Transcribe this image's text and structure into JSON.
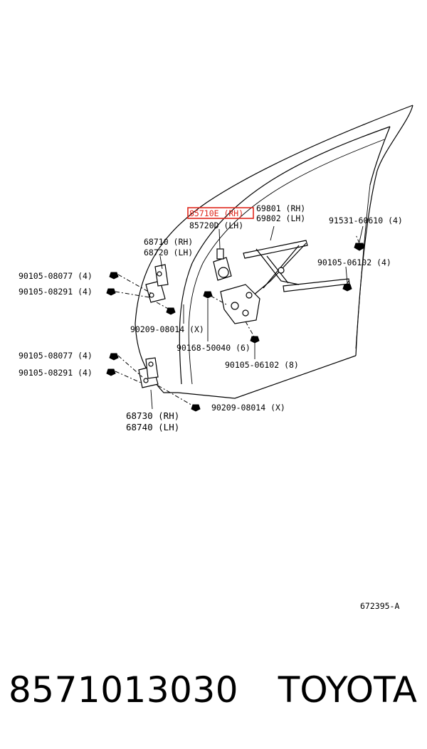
{
  "diagram": {
    "callouts": {
      "regulator_rh": "69801 (RH)",
      "regulator_lh": "69802 (LH)",
      "motor_rh": "85710E (RH)",
      "motor_lh": "85720D (LH)",
      "hinge_upper_rh": "68710 (RH)",
      "hinge_upper_lh": "68720 (LH)",
      "hinge_lower_rh": "68730 (RH)",
      "hinge_lower_lh": "68740 (LH)",
      "bolt_top_right": "91531-60610 (4)",
      "bolt_right": "90105-06102 (4)",
      "bolt_upper_hinge_1": "90105-08077 (4)",
      "bolt_upper_hinge_2": "90105-08291 (4)",
      "nut_upper_hinge": "90209-08014 (X)",
      "bolt_regulator_left": "90168-50040 (6)",
      "bolt_regulator_bottom": "90105-06102 (8)",
      "bolt_lower_hinge_1": "90105-08077 (4)",
      "bolt_lower_hinge_2": "90105-08291 (4)",
      "nut_lower_hinge": "90209-08014 (X)"
    },
    "figure_code": "672395-A",
    "highlight_color": "#e0261b"
  },
  "footer": {
    "part_number": "8571013030",
    "brand": "TOYOTA"
  }
}
